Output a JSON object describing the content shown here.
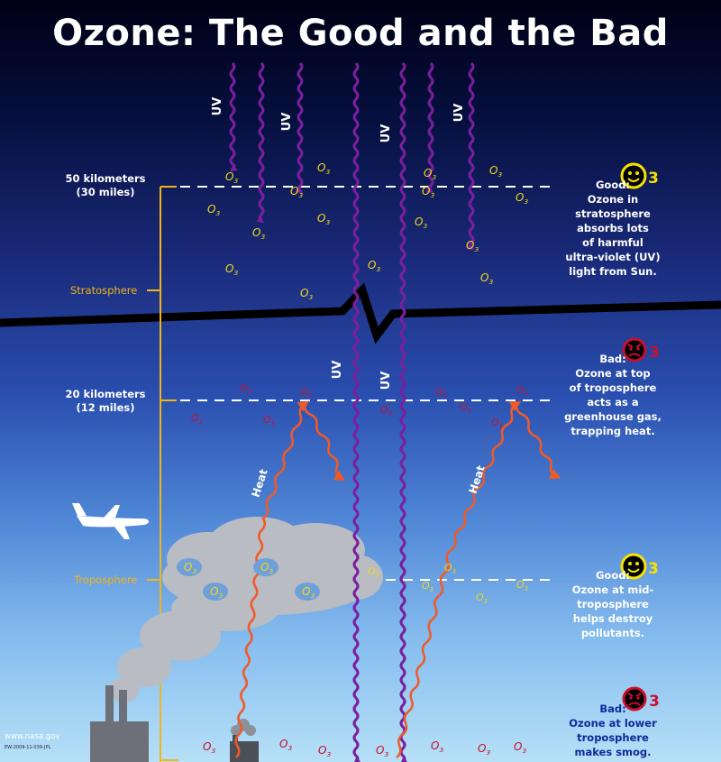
{
  "title": "Ozone: The Good and the Bad",
  "altitudes": {
    "upper": {
      "line1": "50 kilometers",
      "line2": "(30 miles)"
    },
    "lower": {
      "line1": "20 kilometers",
      "line2": "(12 miles)"
    }
  },
  "layers": {
    "stratosphere": "Stratosphere",
    "troposphere": "Troposphere"
  },
  "symbols": {
    "ozone": "O3",
    "uv": "UV",
    "heat": "Heat",
    "smiley_suffix": "3"
  },
  "notes": [
    {
      "heading": "Good:",
      "lines": [
        "Ozone in",
        "stratosphere",
        "absorbs lots",
        "of harmful",
        "ultra-violet (UV)",
        "light from Sun."
      ],
      "mood": "good"
    },
    {
      "heading": "Bad:",
      "lines": [
        "Ozone at top",
        "of troposphere",
        "acts as a",
        "greenhouse gas,",
        "trapping heat."
      ],
      "mood": "bad"
    },
    {
      "heading": "Good:",
      "lines": [
        "Ozone at mid-",
        "troposphere",
        "helps destroy",
        "pollutants."
      ],
      "mood": "good"
    },
    {
      "heading": "Bad:",
      "lines": [
        "Ozone at lower",
        "troposphere",
        "makes smog."
      ],
      "mood": "bad"
    }
  ],
  "footer": {
    "site": "www.nasa.gov",
    "code": "EW-2009-11-039-JPL"
  },
  "colors": {
    "uv": "#7a1f9e",
    "heat": "#f05a28",
    "ozone_good": "#f2d81a",
    "ozone_bad": "#c8102e",
    "layer_label": "#f2b517",
    "smiley_good": "#f5e400",
    "smiley_bad": "#c8102e"
  }
}
